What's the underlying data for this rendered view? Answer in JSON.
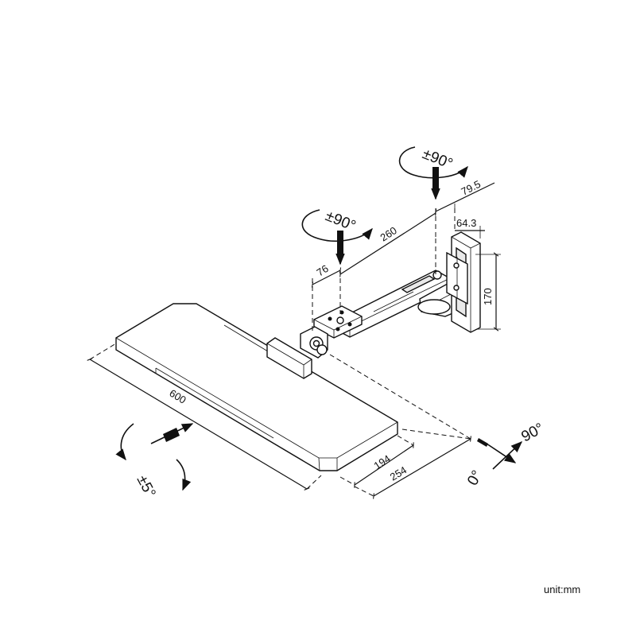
{
  "diagram": {
    "rotations": {
      "top_arm": "±90°",
      "mid_arm": "±90°",
      "tilt": "±5°",
      "swivel_0": "0°",
      "swivel_90": "90°"
    },
    "dimensions": {
      "d_79_5": "79.5",
      "d_64_3": "64.3",
      "d_260": "260",
      "d_76": "76",
      "d_170": "170",
      "d_600": "600",
      "d_194": "194",
      "d_254": "254"
    },
    "unit_label": "unit:mm"
  }
}
